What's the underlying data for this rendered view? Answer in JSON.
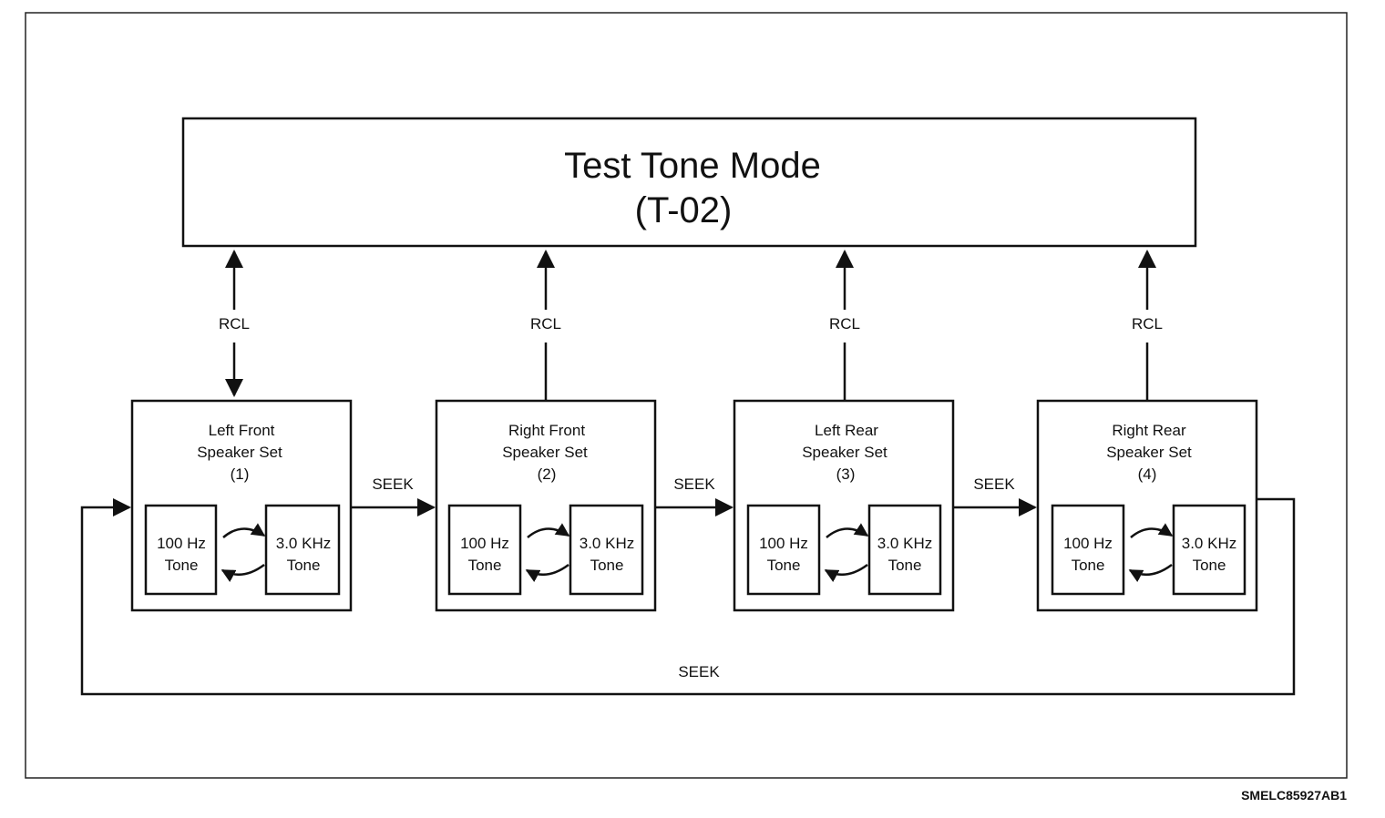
{
  "mode_box": {
    "title": "Test Tone Mode",
    "subtitle": "(T-02)"
  },
  "rcl_label": "RCL",
  "seek_label": "SEEK",
  "speaker_sets": [
    {
      "line1": "Left Front",
      "line2": "Speaker Set",
      "number": "(1)",
      "tone_a": [
        "100 Hz",
        "Tone"
      ],
      "tone_b": [
        "3.0 KHz",
        "Tone"
      ]
    },
    {
      "line1": "Right Front",
      "line2": "Speaker Set",
      "number": "(2)",
      "tone_a": [
        "100 Hz",
        "Tone"
      ],
      "tone_b": [
        "3.0 KHz",
        "Tone"
      ]
    },
    {
      "line1": "Left Rear",
      "line2": "Speaker Set",
      "number": "(3)",
      "tone_a": [
        "100 Hz",
        "Tone"
      ],
      "tone_b": [
        "3.0 KHz",
        "Tone"
      ]
    },
    {
      "line1": "Right Rear",
      "line2": "Speaker Set",
      "number": "(4)",
      "tone_a": [
        "100 Hz",
        "Tone"
      ],
      "tone_b": [
        "3.0 KHz",
        "Tone"
      ]
    }
  ],
  "figure_code": "SMELC85927AB1"
}
